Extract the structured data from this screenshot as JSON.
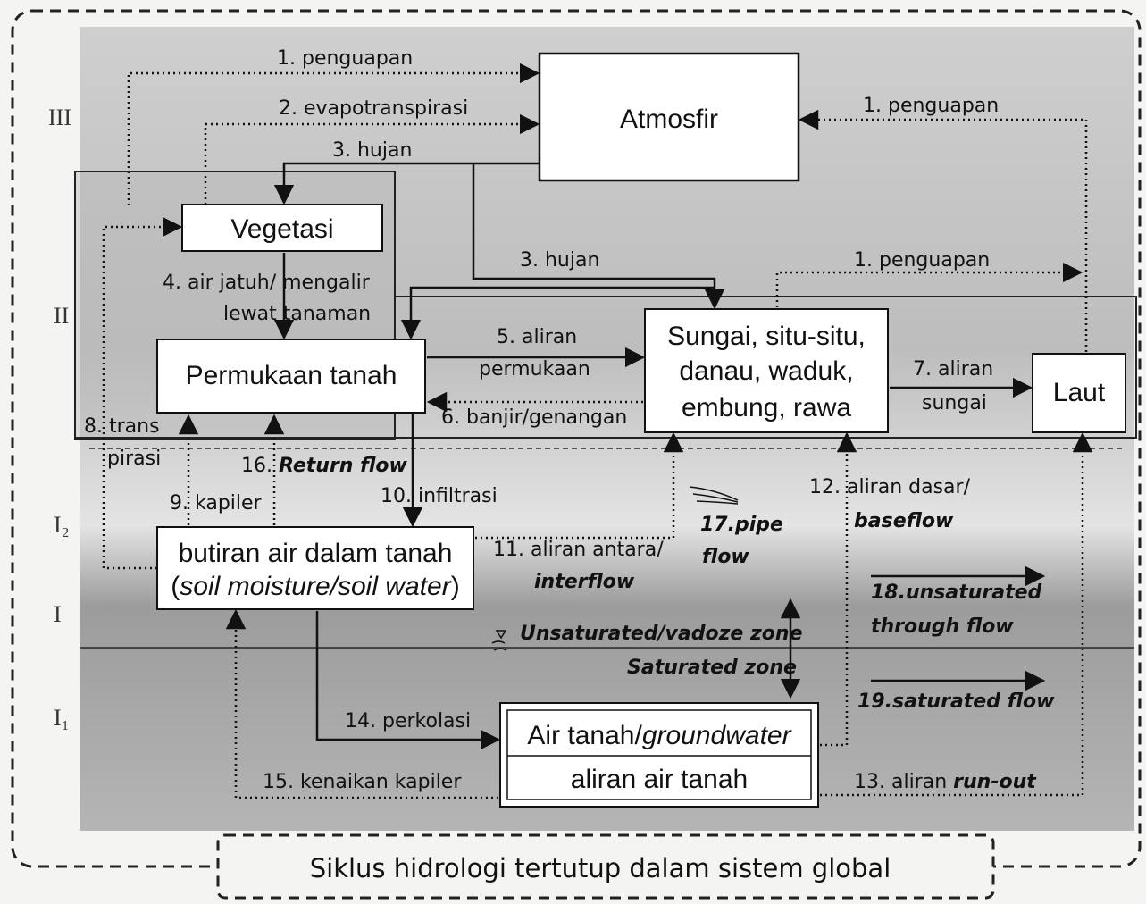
{
  "zones": {
    "level_III": "III",
    "level_II": "II",
    "level_I2": "I₂",
    "level_I": "I",
    "level_I1": "I₁"
  },
  "boxes": {
    "atmosfir": "Atmosfir",
    "vegetasi": "Vegetasi",
    "permukaan_tanah": "Permukaan tanah",
    "sungai_line1": "Sungai, situ-situ,",
    "sungai_line2": "danau, waduk,",
    "sungai_line3": "embung, rawa",
    "laut": "Laut",
    "butiran_line1": "butiran air dalam tanah",
    "butiran_line2_open": "(",
    "butiran_line2_italic": "soil moisture/soil water",
    "butiran_line2_close": ")",
    "airtanah_prefix": "Air tanah/",
    "airtanah_italic": "groundwater",
    "aliran_air_tanah": "aliran air tanah"
  },
  "flows": {
    "f1_penguapan_top": "1. penguapan",
    "f2_evapotranspirasi": "2. evapotranspirasi",
    "f3_hujan_top": "3. hujan",
    "f1_penguapan_right": "1. penguapan",
    "f3_hujan_mid": "3. hujan",
    "f1_penguapan_mid": "1. penguapan",
    "f4_line1": "4. air jatuh/  mengalir",
    "f4_line2": "lewat  tanaman",
    "f5_line1": "5. aliran",
    "f5_line2": "permukaan",
    "f6": "6. banjir/genangan",
    "f7_line1": "7. aliran",
    "f7_line2": "sungai",
    "f8_line1": "8. trans",
    "f8_line2": "pirasi",
    "f9": "9. kapiler",
    "f10": "10. infiltrasi",
    "f11_line1": "11. aliran antara/",
    "f11_line2": "interflow",
    "f12_line1": "12. aliran  dasar/",
    "f12_line2": "baseflow",
    "f13_prefix": "13. aliran ",
    "f13_italic": "run-out",
    "f14": "14. perkolasi",
    "f15": "15. kenaikan kapiler",
    "f16_prefix": "16. ",
    "f16_italic": "Return flow",
    "f17_line1": "17.pipe",
    "f17_line2": "flow",
    "f18_line1": "18.unsaturated",
    "f18_line2": "through flow",
    "f19": "19.saturated flow",
    "zone_unsat": "Unsaturated/vadoze zone",
    "zone_sat": "Saturated zone"
  },
  "caption": "Siklus hidrologi tertutup dalam sistem global",
  "colors": {
    "ink": "#111111",
    "band_top": "#d8d8d8",
    "band_mid": "#a9a9a9",
    "band_low": "#c4c4c4"
  }
}
